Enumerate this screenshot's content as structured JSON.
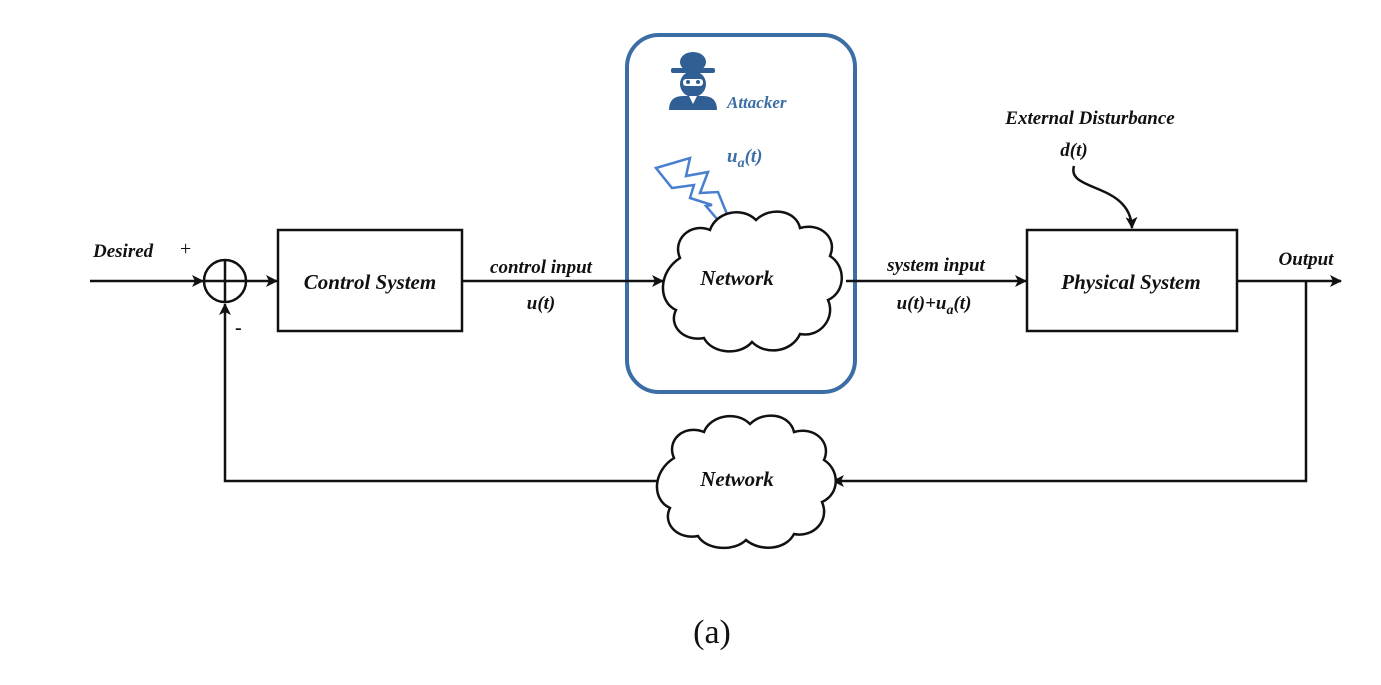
{
  "labels": {
    "desired": "Desired",
    "plus_sign": "+",
    "minus_sign": "-",
    "control_system": "Control System",
    "control_input": "control input",
    "control_input_symbol": "u(t)",
    "attacker": "Attacker",
    "attack_signal_base": "u",
    "attack_signal_sub": "a",
    "attack_signal_tail": "(t)",
    "network_forward": "Network",
    "system_input": "system input",
    "system_input_base": "u(t)+u",
    "system_input_sub": "a",
    "system_input_tail": "(t)",
    "external_disturbance": "External Disturbance",
    "disturbance_symbol": "d(t)",
    "physical_system": "Physical System",
    "output": "Output",
    "network_feedback": "Network",
    "caption": "(a)"
  },
  "icons": {
    "attacker": "attacker-spy-icon",
    "attack": "lightning-bolt-icon"
  },
  "colors": {
    "line": "#111111",
    "attack_accent": "#3a6ea5",
    "lightning": "#4a7fd0"
  }
}
